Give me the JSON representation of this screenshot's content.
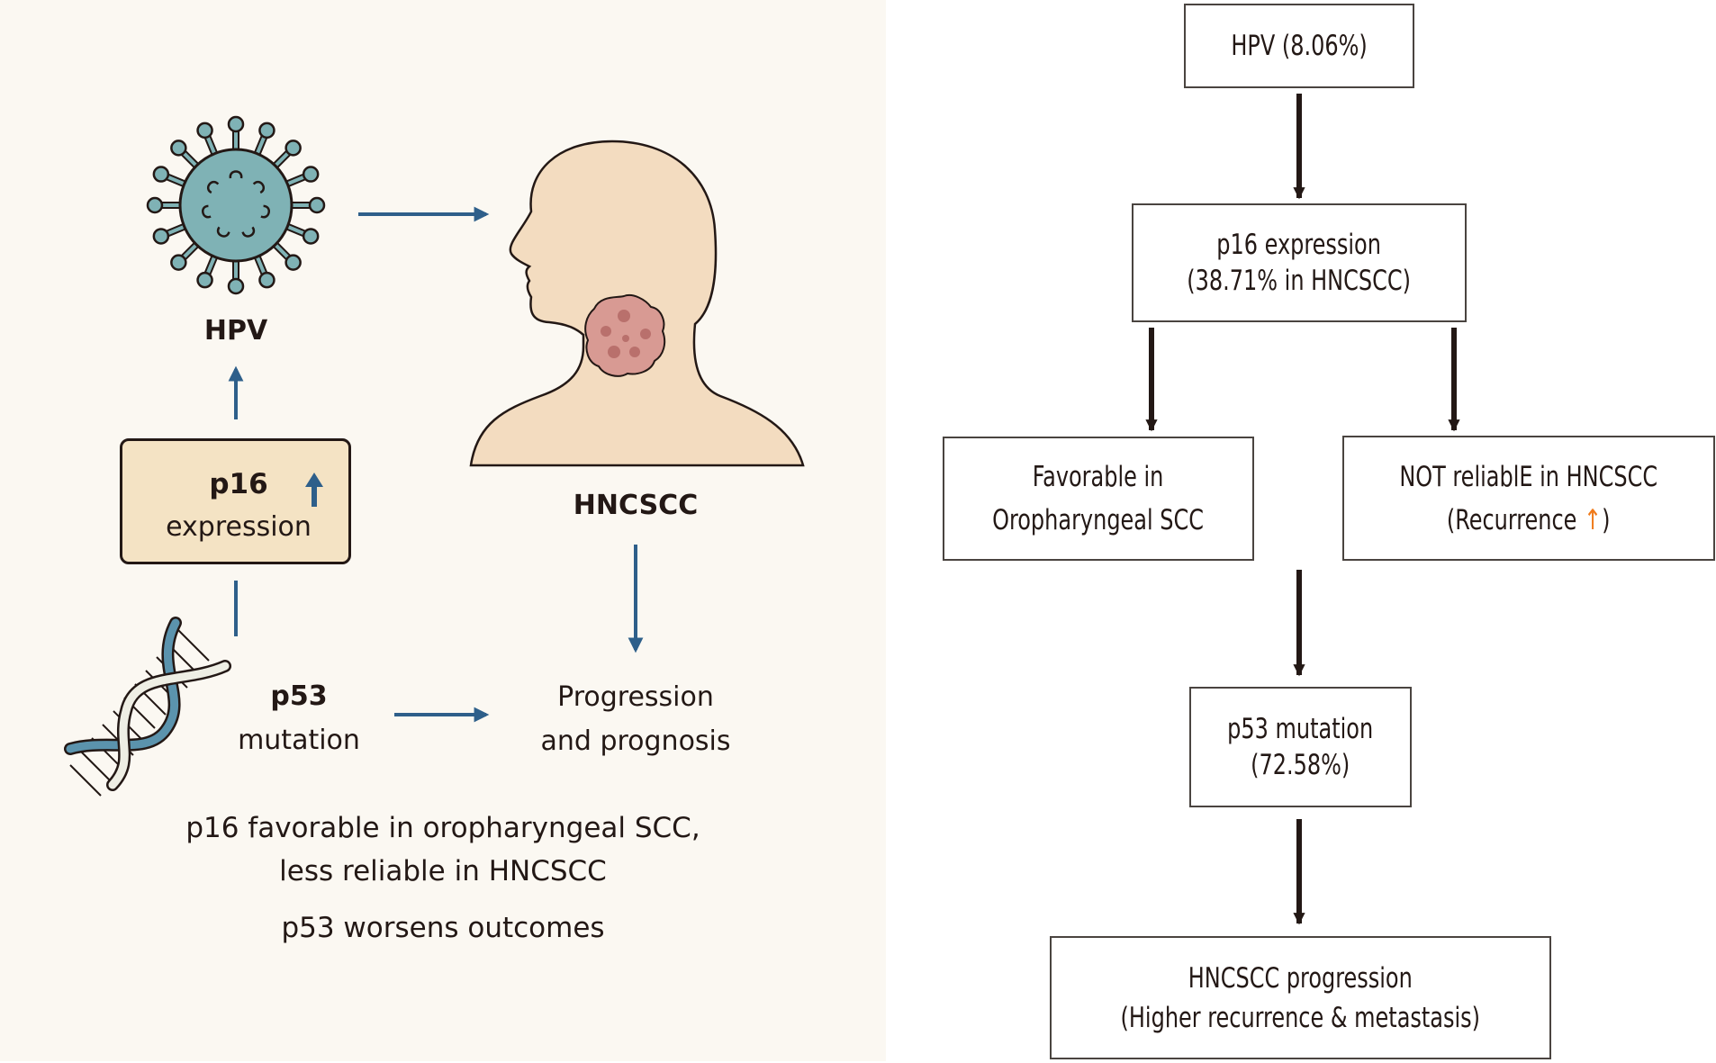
{
  "left_panel": {
    "hpv_label": "HPV",
    "hncscc_label": "HNCSCC",
    "p16_box": {
      "title": "p16",
      "subtitle": "expression",
      "indicator": "up-arrow"
    },
    "p53": {
      "title": "p53",
      "subtitle": "mutation"
    },
    "outcome": {
      "line1": "Progression",
      "line2": "and prognosis"
    },
    "captions": [
      "p16 favorable in oropharyngeal SCC,",
      "less reliable in HNCSCC",
      "p53 worsens outcomes"
    ],
    "icons": [
      "virus-icon",
      "head-with-tumor-icon",
      "dna-helix-icon"
    ],
    "colors": {
      "arrow": "#2e5f8a",
      "virus": "#7fb2b5",
      "skin": "#f3dcc0",
      "tumor": "#d89a93",
      "box_fill": "#f4e3c4",
      "background": "#fbf8f2"
    }
  },
  "flowchart": {
    "nodes": [
      {
        "id": "hpv",
        "lines": [
          "HPV (8.06%)"
        ]
      },
      {
        "id": "p16",
        "lines": [
          "p16 expression",
          "(38.71% in HNCSCC)"
        ]
      },
      {
        "id": "favorable",
        "lines": [
          "Favorable in",
          "Oropharyngeal SCC"
        ]
      },
      {
        "id": "not_reliable",
        "lines": [
          "NOT reliablE in HNCSCC",
          "(Recurrence ",
          "↑",
          ")"
        ]
      },
      {
        "id": "p53",
        "lines": [
          "p53 mutation",
          "(72.58%)"
        ]
      },
      {
        "id": "progression",
        "lines": [
          "HNCSCC progression",
          "(Higher recurrence & metastasis)"
        ]
      }
    ],
    "edges": [
      [
        "hpv",
        "p16"
      ],
      [
        "p16",
        "favorable"
      ],
      [
        "p16",
        "not_reliable"
      ],
      [
        "favorable/not_reliable",
        "p53"
      ],
      [
        "p53",
        "progression"
      ]
    ],
    "colors": {
      "arrow": "#231815",
      "box_border": "#4a4440",
      "highlight": "#f07a1a"
    }
  }
}
